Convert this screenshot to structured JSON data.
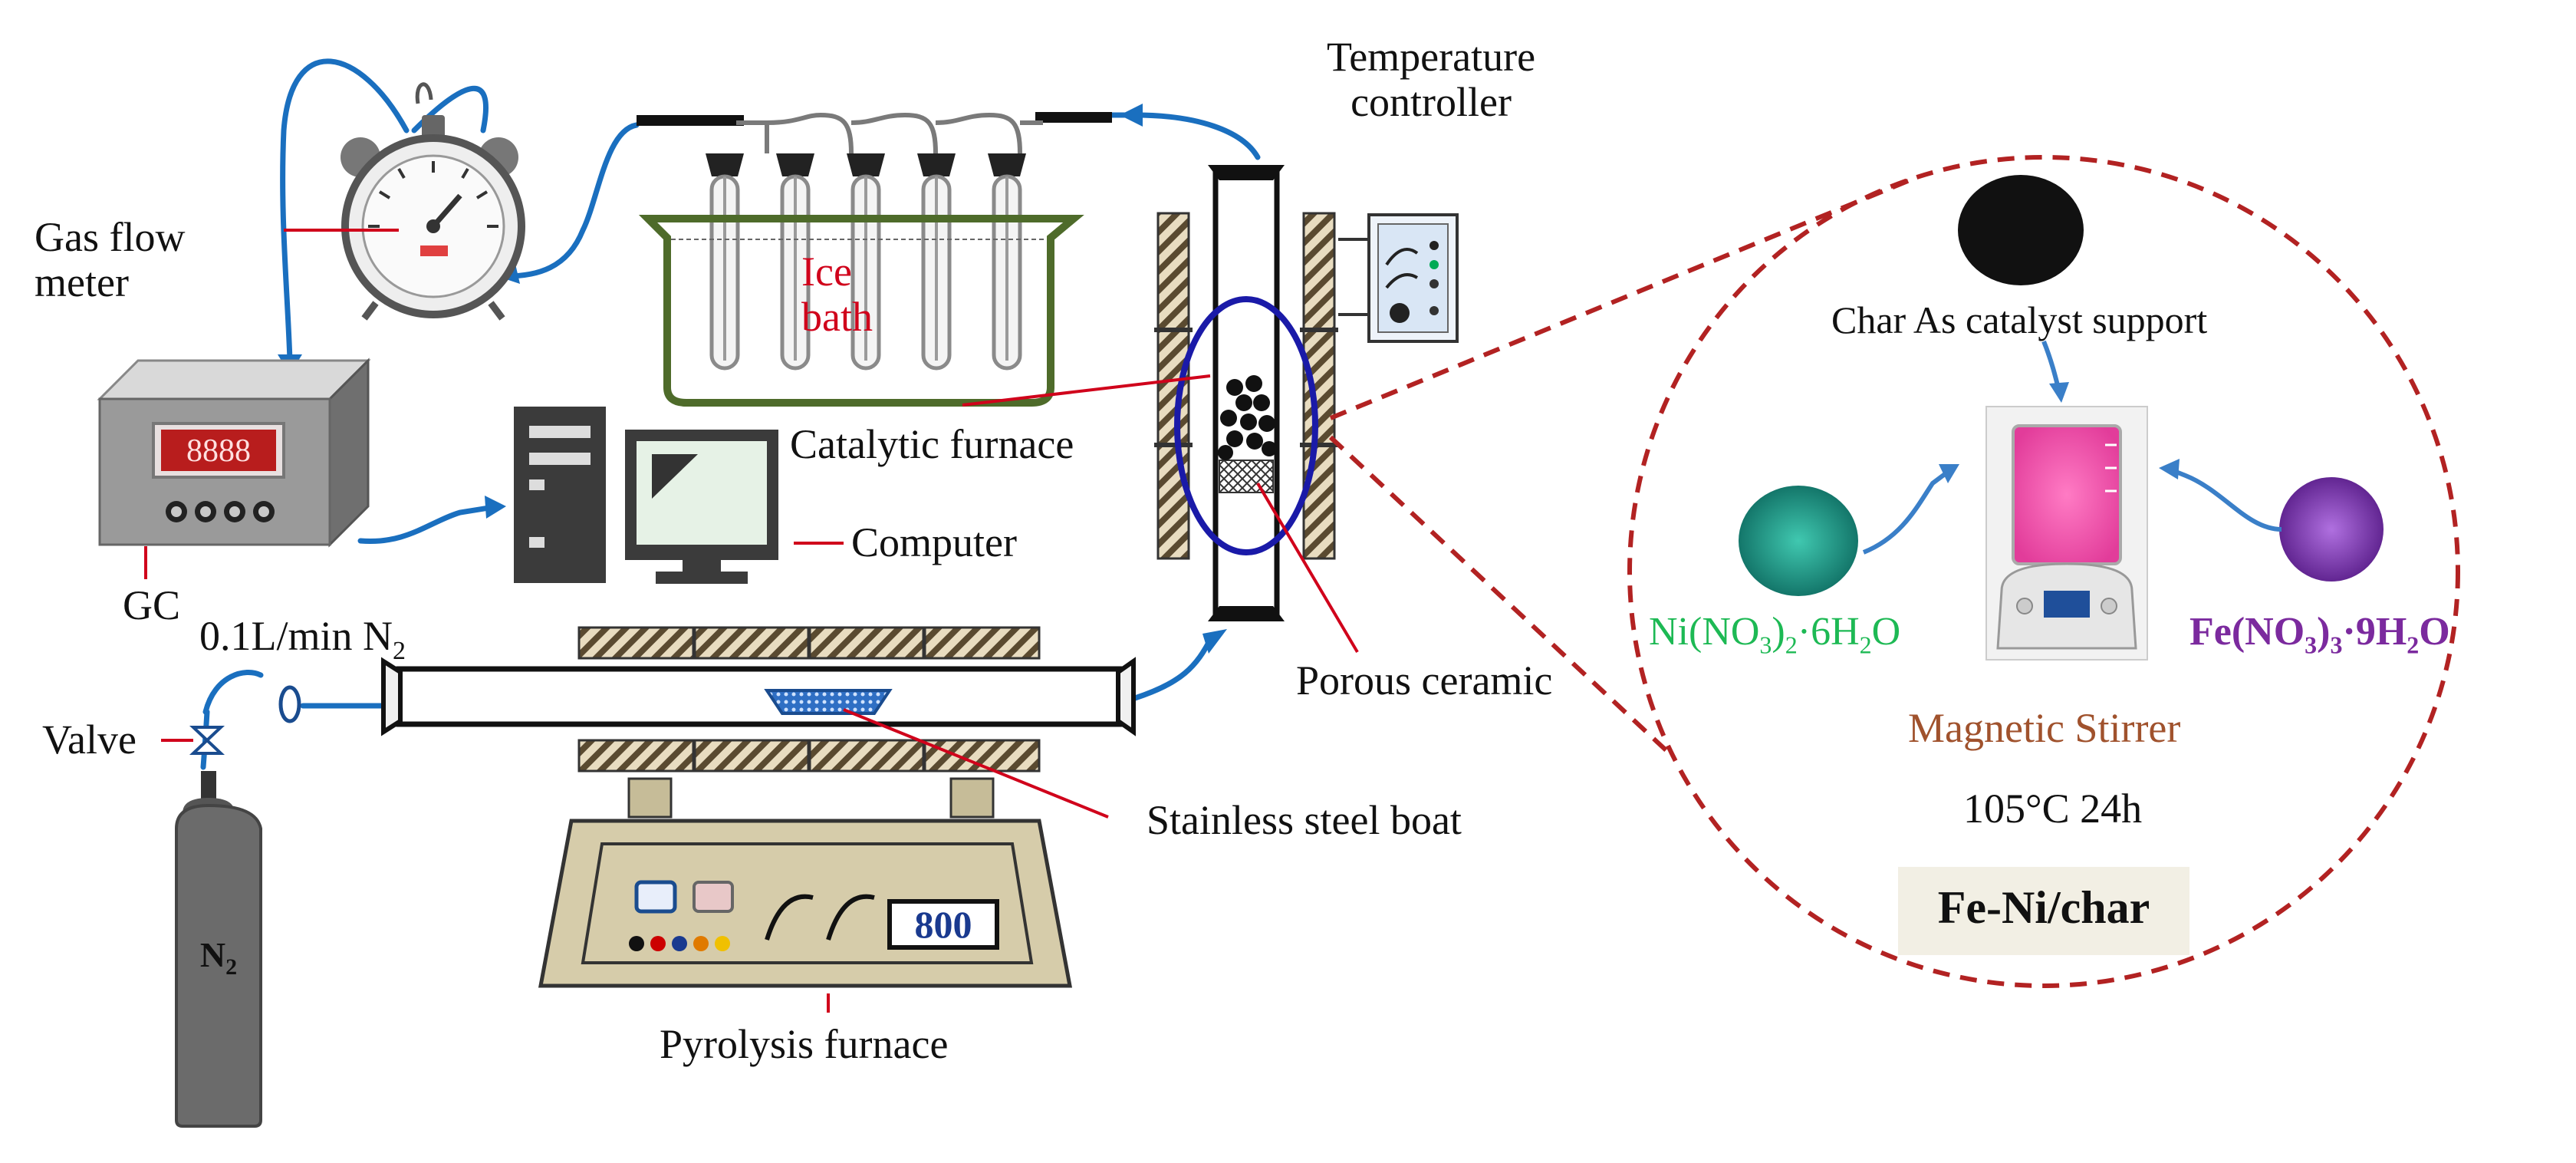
{
  "labels": {
    "gas_flow_meter_line1": "Gas flow",
    "gas_flow_meter_line2": "meter",
    "ice_bath_line1": "Ice",
    "ice_bath_line2": "bath",
    "temperature_controller_line1": "Temperature",
    "temperature_controller_line2": "controller",
    "gc": "GC",
    "catalytic_furnace": "Catalytic furnace",
    "computer": "Computer",
    "flow_rate_prefix": "0.1L/min N",
    "flow_rate_subscript": "2",
    "valve": "Valve",
    "porous_ceramic": "Porous ceramic",
    "stainless_steel_boat": "Stainless steel boat",
    "pyrolysis_furnace": "Pyrolysis furnace",
    "cylinder_gas_main": "N",
    "cylinder_gas_sub": "2",
    "gc_display": "8888",
    "furnace_display": "800"
  },
  "catalyst_prep": {
    "char_support": "Char As catalyst support",
    "magnetic_stirrer": "Magnetic Stirrer",
    "conditions": "105°C 24h",
    "product": "Fe-Ni/char",
    "ni_salt": {
      "part1": "Ni(NO",
      "sub1": "3",
      "part2": ")",
      "sub2": "2",
      "part3": "·6H",
      "sub3": "2",
      "part4": "O"
    },
    "fe_salt": {
      "part1": "Fe(NO",
      "sub1": "3",
      "part2": ")",
      "sub2": "3",
      "part3": "·9H",
      "sub3": "2",
      "part4": "O"
    }
  },
  "colors": {
    "tube": "#1a6fbf",
    "leader": "#d0021b",
    "circle": "#b22222",
    "ni_text": "#1db954",
    "fe_text": "#7b2a9e",
    "stirrer_text": "#a0522d",
    "ice_bath": "#4e6b2a",
    "furnace_body": "#d6ccaa",
    "product_box": "#f2efe4"
  }
}
